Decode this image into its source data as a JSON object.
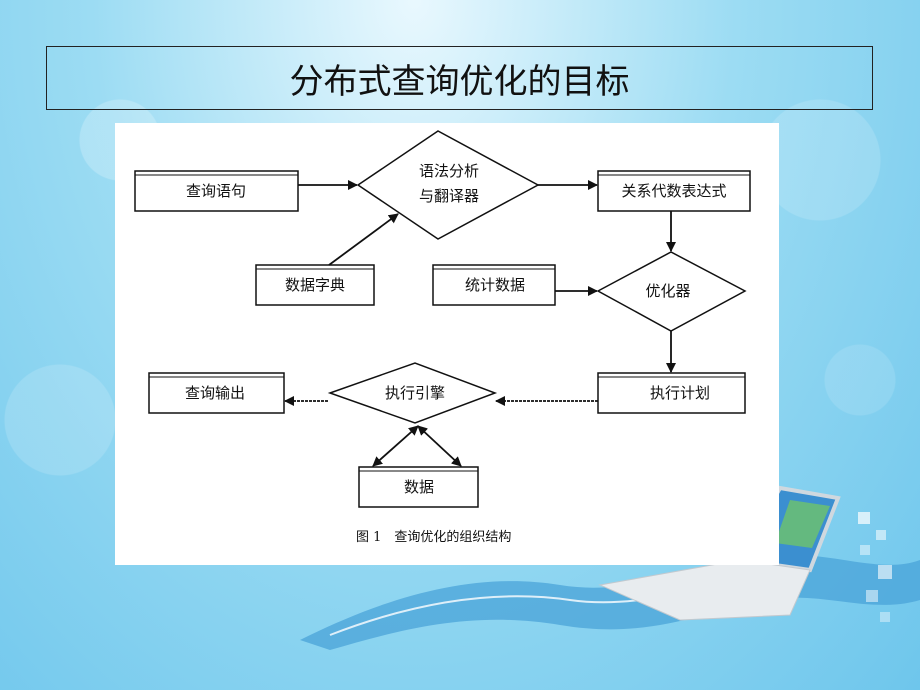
{
  "slide": {
    "title": "分布式查询优化的目标"
  },
  "diagram": {
    "nodes": {
      "query_statement": "查询语句",
      "parser_line1": "语法分析",
      "parser_line2": "与翻译器",
      "relational_expression": "关系代数表达式",
      "data_dictionary": "数据字典",
      "statistics": "统计数据",
      "optimizer": "优化器",
      "execution_plan": "执行计划",
      "execution_engine": "执行引擎",
      "query_output": "查询输出",
      "data": "数据"
    },
    "caption": "图 1　查询优化的组织结构"
  }
}
